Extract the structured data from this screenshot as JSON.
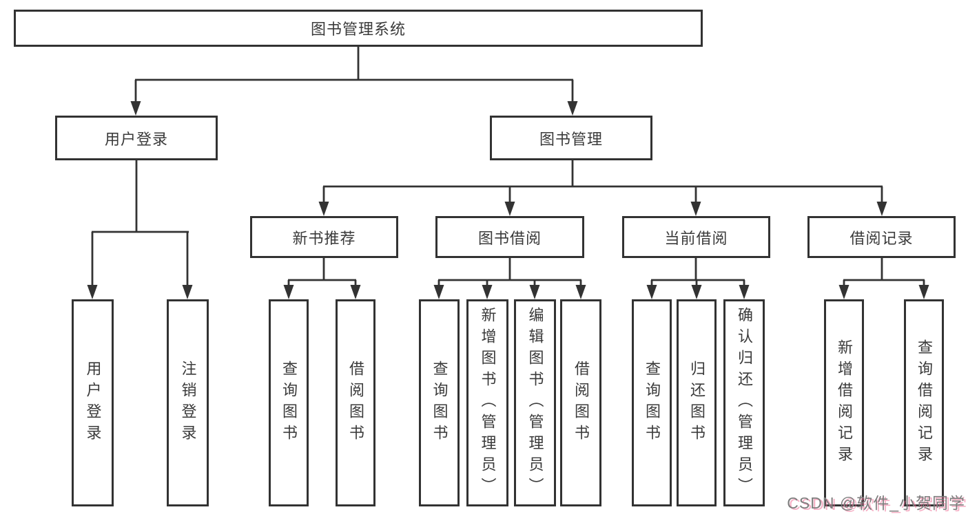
{
  "diagram_title": "图书管理系统",
  "tree": {
    "root": "图书管理系统",
    "user_login": {
      "label": "用户登录",
      "children": {
        "login": "用户登录",
        "logout": "注销登录"
      }
    },
    "book_mgmt": {
      "label": "图书管理",
      "children": {
        "new_book": {
          "label": "新书推荐",
          "children": {
            "query": "查询图书",
            "borrow": "借阅图书"
          }
        },
        "book_borrow": {
          "label": "图书借阅",
          "children": {
            "query": "查询图书",
            "add": "新增图书（管理员）",
            "edit": "编辑图书（管理员）",
            "borrow": "借阅图书"
          }
        },
        "current_borrow": {
          "label": "当前借阅",
          "children": {
            "query": "查询图书",
            "return": "归还图书",
            "confirm": "确认归还（管理员）"
          }
        },
        "borrow_records": {
          "label": "借阅记录",
          "children": {
            "add": "新增借阅记录",
            "query": "查询借阅记录"
          }
        }
      }
    }
  },
  "watermark": "CSDN @软件_小贺同学",
  "colors": {
    "line": "#333333",
    "box_border": "#323232",
    "text": "#3a3a3a",
    "background": "#ffffff",
    "watermark_gray": "#7d7d7d",
    "watermark_pink": "#ee6e96"
  }
}
